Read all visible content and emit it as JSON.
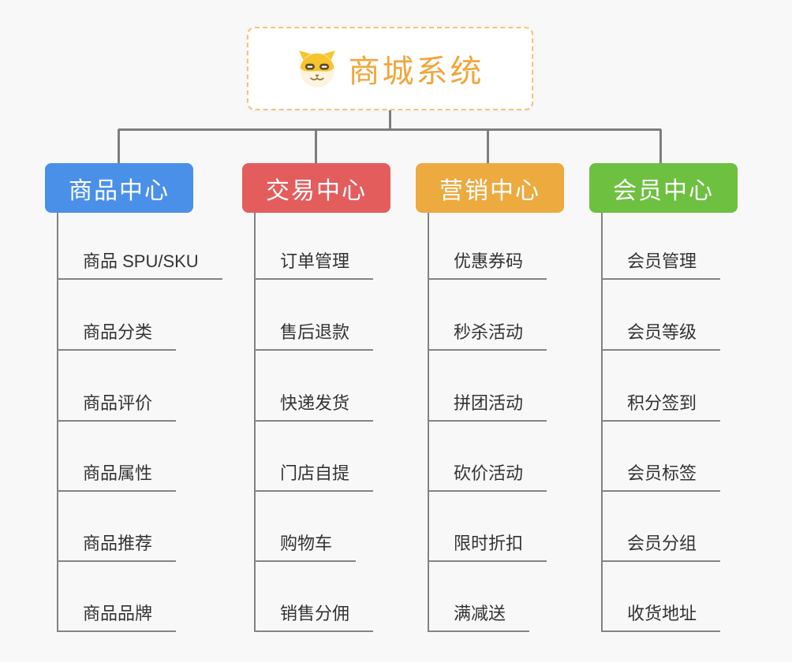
{
  "canvas": {
    "background": "#F8F8F8",
    "connector_color": "#7E7E7E",
    "leaf_text_color": "#333333"
  },
  "root": {
    "label": "商城系统",
    "icon": "dog-face-icon",
    "text_color": "#F0A63C",
    "border_color": "#F2C477",
    "background": "#FFFFFF"
  },
  "branches": [
    {
      "label": "商品中心",
      "color": "#4A90E8",
      "text_color": "#FFFFFF",
      "items": [
        "商品 SPU/SKU",
        "商品分类",
        "商品评价",
        "商品属性",
        "商品推荐",
        "商品品牌"
      ]
    },
    {
      "label": "交易中心",
      "color": "#E35D5D",
      "text_color": "#FFFFFF",
      "items": [
        "订单管理",
        "售后退款",
        "快递发货",
        "门店自提",
        "购物车",
        "销售分佣"
      ]
    },
    {
      "label": "营销中心",
      "color": "#ECAA3F",
      "text_color": "#FFFFFF",
      "items": [
        "优惠券码",
        "秒杀活动",
        "拼团活动",
        "砍价活动",
        "限时折扣",
        "满减送"
      ]
    },
    {
      "label": "会员中心",
      "color": "#6EC041",
      "text_color": "#FFFFFF",
      "items": [
        "会员管理",
        "会员等级",
        "积分签到",
        "会员标签",
        "会员分组",
        "收货地址"
      ]
    }
  ]
}
